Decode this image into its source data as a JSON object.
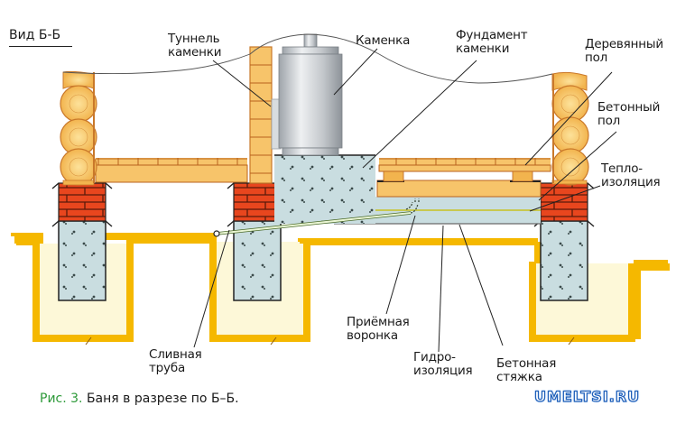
{
  "view_title": "Вид Б-Б",
  "labels": {
    "tunnel": [
      "Туннель",
      "каменки"
    ],
    "stove": [
      "Каменка"
    ],
    "stove_foundation": [
      "Фундамент",
      "каменки"
    ],
    "wooden_floor": [
      "Деревянный",
      "пол"
    ],
    "concrete_floor": [
      "Бетонный",
      "пол"
    ],
    "insulation": [
      "Тепло-",
      "изоляция"
    ],
    "drain_pipe": [
      "Сливная",
      "труба"
    ],
    "funnel": [
      "Приёмная",
      "воронка"
    ],
    "waterproofing": [
      "Гидро-",
      "изоляция"
    ],
    "screed": [
      "Бетонная",
      "стяжка"
    ]
  },
  "caption": {
    "figure": "Рис. 3.",
    "text": "Баня в разрезе по Б–Б."
  },
  "watermark": "UMELTSI.RU",
  "colors": {
    "wood": "#f7c46a",
    "wood_dark": "#c9782a",
    "brick": "#e8461e",
    "brick_mortar": "#5a1a0a",
    "concrete": "#c9dde0",
    "soil_trench": "#f5b800",
    "soil_fill": "#fdf8d8",
    "stove": "#c8ccd0",
    "insulation_line": "#c8c850",
    "drain_pipe": "#e8f5d0",
    "caption_accent": "#2e9a3a"
  }
}
